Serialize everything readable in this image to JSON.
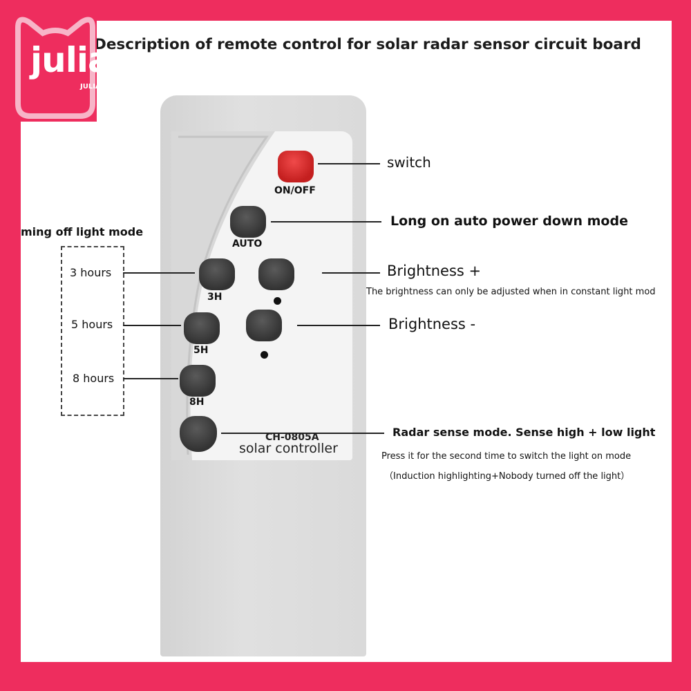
{
  "title": "Description of remote control for solar radar sensor circuit board",
  "logo": {
    "text": "julia",
    "subtext": "JULIA"
  },
  "remote": {
    "model": "CH-0805A",
    "brand": "solar controller",
    "buttons": {
      "onoff": "ON/OFF",
      "auto": "AUTO",
      "h3": "3H",
      "h5": "5H",
      "h8": "8H"
    }
  },
  "annotations": {
    "switch": "switch",
    "auto": "Long on auto power down mode",
    "brightness_plus": "Brightness +",
    "brightness_note": "The brightness can only be adjusted when in constant light mod",
    "brightness_minus": "Brightness -",
    "radar": "Radar sense mode. Sense high + low light",
    "radar_note1": "Press it for the second time to switch the light on mode",
    "radar_note2": "（Induction highlighting+Nobody turned off the light）"
  },
  "timer": {
    "heading": "ming off light mode",
    "h3": "3 hours",
    "h5": "5 hours",
    "h8": "8 hours"
  },
  "colors": {
    "border": "#ee2d5e",
    "power_button": "#d92b2b",
    "button": "#3e3e3e"
  }
}
